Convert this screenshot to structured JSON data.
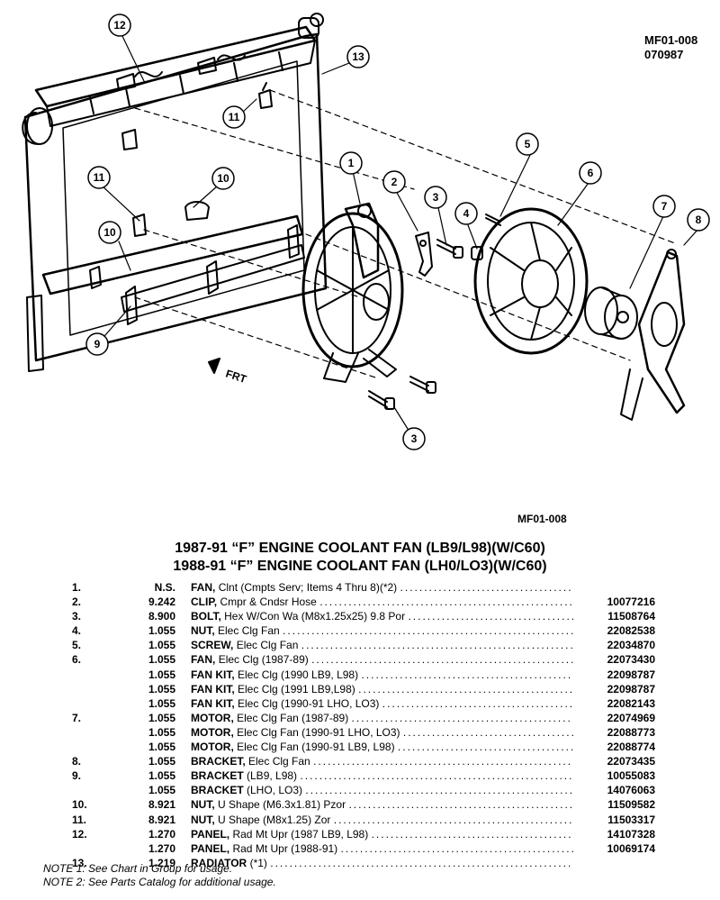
{
  "header": {
    "code": "MF01-008",
    "date": "070987"
  },
  "diagram": {
    "callouts": [
      "12",
      "13",
      "11",
      "11",
      "10",
      "10",
      "1",
      "2",
      "3",
      "4",
      "5",
      "6",
      "7",
      "8",
      "9",
      "3"
    ],
    "front_marker": "FRT"
  },
  "caption_code": "MF01-008",
  "titles": [
    "1987-91 “F” ENGINE COOLANT FAN (LB9/L98)(W/C60)",
    "1988-91 “F” ENGINE COOLANT FAN (LH0/LO3)(W/C60)"
  ],
  "parts": [
    {
      "num": "1.",
      "code": "N.S.",
      "name": "FAN,",
      "detail": "Clnt (Cmpts Serv; Items 4 Thru 8)(*2)",
      "pn": ""
    },
    {
      "num": "2.",
      "code": "9.242",
      "name": "CLIP,",
      "detail": "Cmpr & Cndsr Hose",
      "pn": "10077216"
    },
    {
      "num": "3.",
      "code": "8.900",
      "name": "BOLT,",
      "detail": "Hex W/Con Wa (M8x1.25x25) 9.8 Por",
      "pn": "11508764"
    },
    {
      "num": "4.",
      "code": "1.055",
      "name": "NUT,",
      "detail": "Elec Clg Fan",
      "pn": "22082538"
    },
    {
      "num": "5.",
      "code": "1.055",
      "name": "SCREW,",
      "detail": "Elec Clg Fan",
      "pn": "22034870"
    },
    {
      "num": "6.",
      "code": "1.055",
      "name": "FAN,",
      "detail": "Elec Clg (1987-89)",
      "pn": "22073430"
    },
    {
      "num": "",
      "code": "1.055",
      "name": "FAN KIT,",
      "detail": "Elec Clg (1990 LB9, L98)",
      "pn": "22098787"
    },
    {
      "num": "",
      "code": "1.055",
      "name": "FAN KIT,",
      "detail": "Elec Clg (1991 LB9,L98)",
      "pn": "22098787"
    },
    {
      "num": "",
      "code": "1.055",
      "name": "FAN KIT,",
      "detail": "Elec Clg (1990-91 LHO, LO3)",
      "pn": "22082143"
    },
    {
      "num": "7.",
      "code": "1.055",
      "name": "MOTOR,",
      "detail": "Elec Clg Fan (1987-89)",
      "pn": "22074969"
    },
    {
      "num": "",
      "code": "1.055",
      "name": "MOTOR,",
      "detail": "Elec Clg Fan (1990-91 LHO, LO3)",
      "pn": "22088773"
    },
    {
      "num": "",
      "code": "1.055",
      "name": "MOTOR,",
      "detail": "Elec Clg Fan (1990-91 LB9, L98)",
      "pn": "22088774"
    },
    {
      "num": "8.",
      "code": "1.055",
      "name": "BRACKET,",
      "detail": "Elec Clg Fan",
      "pn": "22073435"
    },
    {
      "num": "9.",
      "code": "1.055",
      "name": "BRACKET",
      "detail": "(LB9, L98)",
      "pn": "10055083"
    },
    {
      "num": "",
      "code": "1.055",
      "name": "BRACKET",
      "detail": "(LHO, LO3)",
      "pn": "14076063"
    },
    {
      "num": "10.",
      "code": "8.921",
      "name": "NUT,",
      "detail": "U Shape (M6.3x1.81) Pzor",
      "pn": "11509582"
    },
    {
      "num": "11.",
      "code": "8.921",
      "name": "NUT,",
      "detail": "U Shape (M8x1.25) Zor",
      "pn": "11503317"
    },
    {
      "num": "12.",
      "code": "1.270",
      "name": "PANEL,",
      "detail": "Rad Mt Upr (1987 LB9, L98)",
      "pn": "14107328"
    },
    {
      "num": "",
      "code": "1.270",
      "name": "PANEL,",
      "detail": "Rad Mt Upr (1988-91)",
      "pn": "10069174"
    },
    {
      "num": "13.",
      "code": "1.219",
      "name": "RADIATOR",
      "detail": "(*1)",
      "pn": ""
    }
  ],
  "notes": [
    "NOTE 1: See Chart in Group for usage.",
    "NOTE 2: See Parts Catalog for additional usage."
  ],
  "leader_dots": "................................................................................................"
}
